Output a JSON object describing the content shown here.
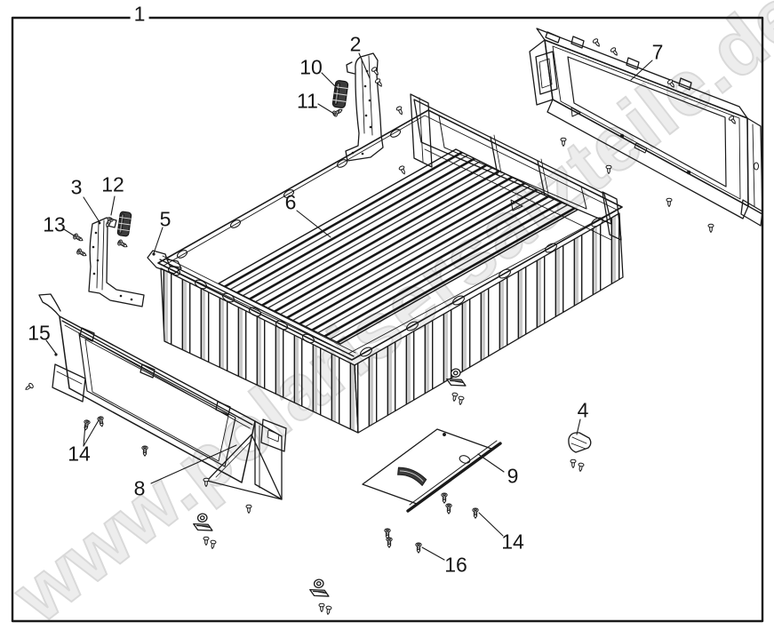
{
  "watermark": {
    "text": "www.polarisersatzteile.de",
    "fill": "#ededed",
    "outline": "#d9d9d9"
  },
  "colors": {
    "line": "#1a1a1a",
    "background": "#ffffff"
  },
  "callouts": [
    {
      "label": "1"
    },
    {
      "label": "2"
    },
    {
      "label": "10"
    },
    {
      "label": "11"
    },
    {
      "label": "3"
    },
    {
      "label": "12"
    },
    {
      "label": "13"
    },
    {
      "label": "5"
    },
    {
      "label": "6"
    },
    {
      "label": "7"
    },
    {
      "label": "15"
    },
    {
      "label": "14"
    },
    {
      "label": "8"
    },
    {
      "label": "9"
    },
    {
      "label": "4"
    },
    {
      "label": "14"
    },
    {
      "label": "16"
    }
  ]
}
